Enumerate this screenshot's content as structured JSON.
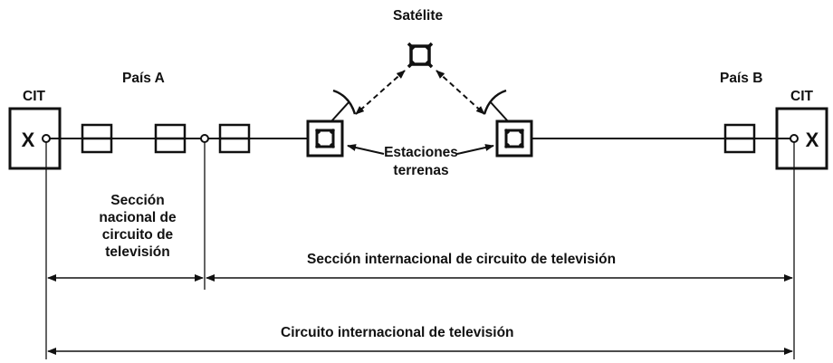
{
  "labels": {
    "satellite": "Satélite",
    "country_a": "País A",
    "country_b": "País B",
    "cit_left": "CIT",
    "cit_right": "CIT",
    "earth_stations_line1": "Estaciones",
    "earth_stations_line2": "terrenas",
    "national_section_line1": "Sección",
    "national_section_line2": "nacional de",
    "national_section_line3": "circuito de",
    "national_section_line4": "televisión",
    "international_section": "Sección internacional de circuito de televisión",
    "international_circuit": "Circuito internacional de televisión"
  },
  "colors": {
    "ink": "#111111",
    "background": "#ffffff"
  }
}
